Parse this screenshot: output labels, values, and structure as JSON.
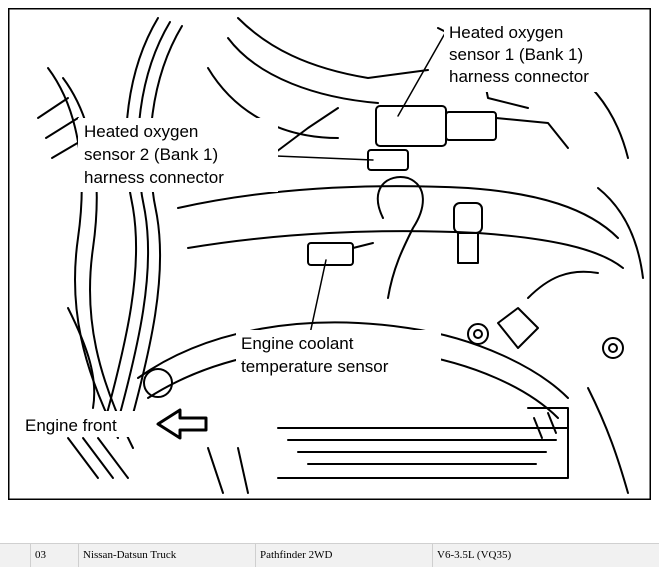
{
  "diagram": {
    "labels": {
      "heated_o2_sensor_1": [
        "Heated oxygen",
        "sensor 1 (Bank 1)",
        "harness connector"
      ],
      "heated_o2_sensor_2": [
        "Heated oxygen",
        "sensor 2 (Bank 1)",
        "harness connector"
      ],
      "engine_coolant_temp_sensor": [
        "Engine coolant",
        "temperature sensor"
      ],
      "engine_front": "Engine front"
    }
  },
  "info_bar": {
    "year": "03",
    "make": "Nissan-Datsun Truck",
    "model": "Pathfinder 2WD",
    "engine": "V6-3.5L (VQ35)"
  }
}
